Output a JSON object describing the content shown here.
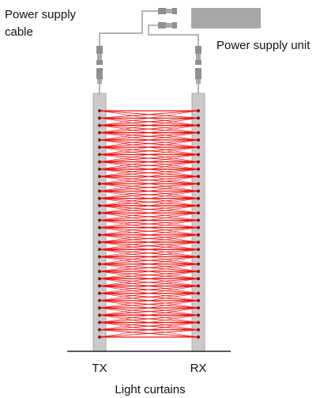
{
  "labels": {
    "power_cable": [
      "Power supply",
      "cable"
    ],
    "power_unit": "Power supply unit",
    "tx": "TX",
    "rx": "RX",
    "caption": "Light curtains"
  },
  "beam_count": 32,
  "colors": {
    "beam": "#ee1111",
    "emitter_dot": "#9a1010",
    "bar": "#c9c9c9",
    "bar_dark": "#a9a9a9",
    "psu": "#a7a7a7",
    "cable": "#b5b5b5",
    "connector": "#8f8f8f",
    "ground": "#222222"
  }
}
